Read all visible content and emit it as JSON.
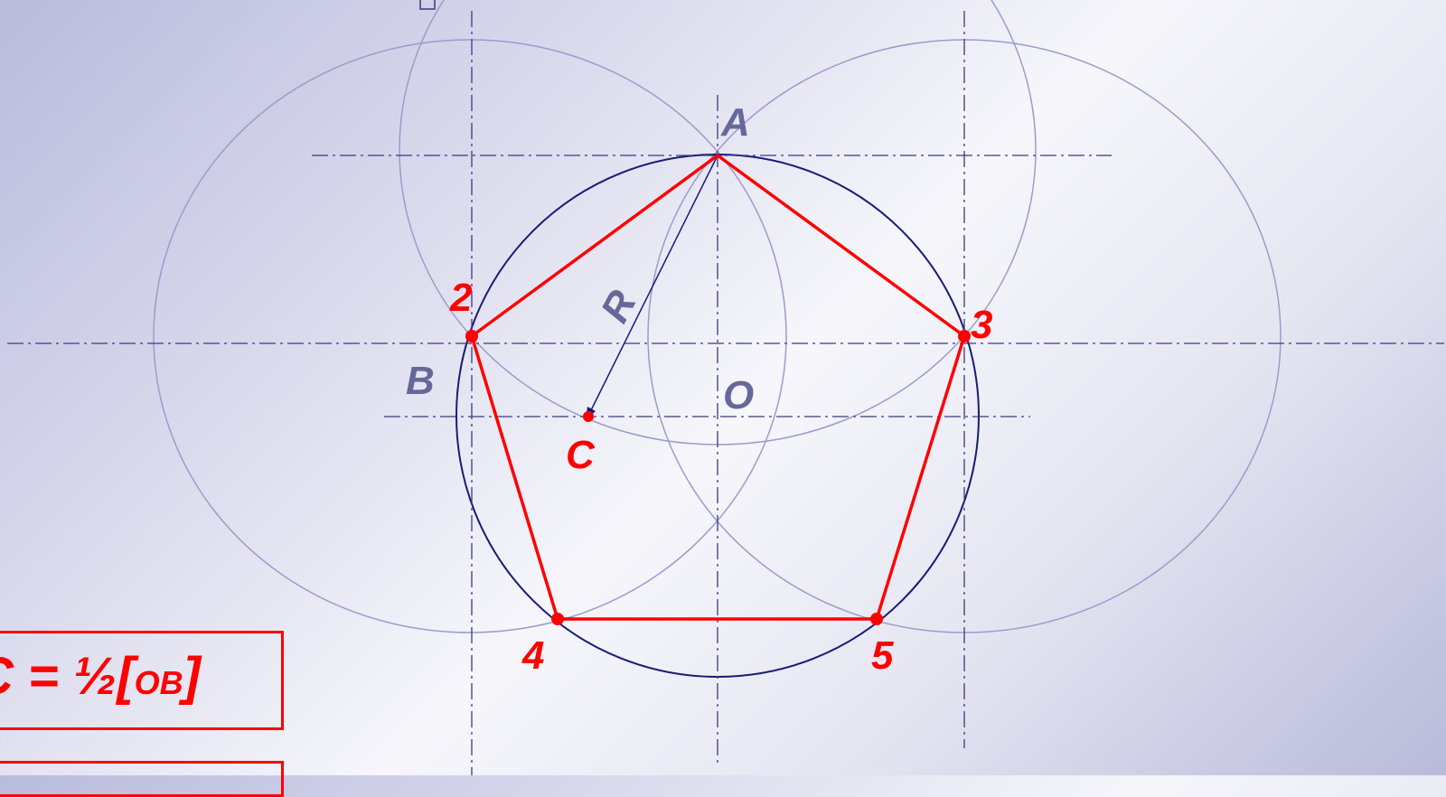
{
  "labels": {
    "A": "A",
    "B": "B",
    "O": "O",
    "C": "C",
    "R": "R",
    "v2": "2",
    "v3": "3",
    "v4": "4",
    "v5": "5"
  },
  "formula": {
    "lead": "C = ½[",
    "ob": "OB",
    "close": "]"
  },
  "colors": {
    "construction": "#9a9ccc",
    "main_circle": "#1a1a78",
    "pentagon": "#ff0000",
    "label_blue": "#66689a"
  }
}
